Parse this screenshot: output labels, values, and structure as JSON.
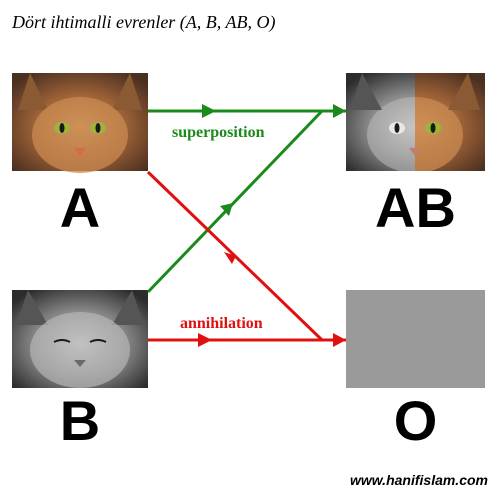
{
  "title": "Dört ihtimalli evrenler (A, B, AB, O)",
  "panels": {
    "a_letter": "A",
    "b_letter": "B",
    "ab_letter": "AB",
    "o_letter": "O"
  },
  "edges": {
    "superposition_label": "superposition",
    "annihilation_label": "annihilation"
  },
  "colors": {
    "green": "#1a8a1a",
    "red": "#e01010",
    "gray_box": "#9a9a9a"
  },
  "watermark": "www.hanifislam.com"
}
